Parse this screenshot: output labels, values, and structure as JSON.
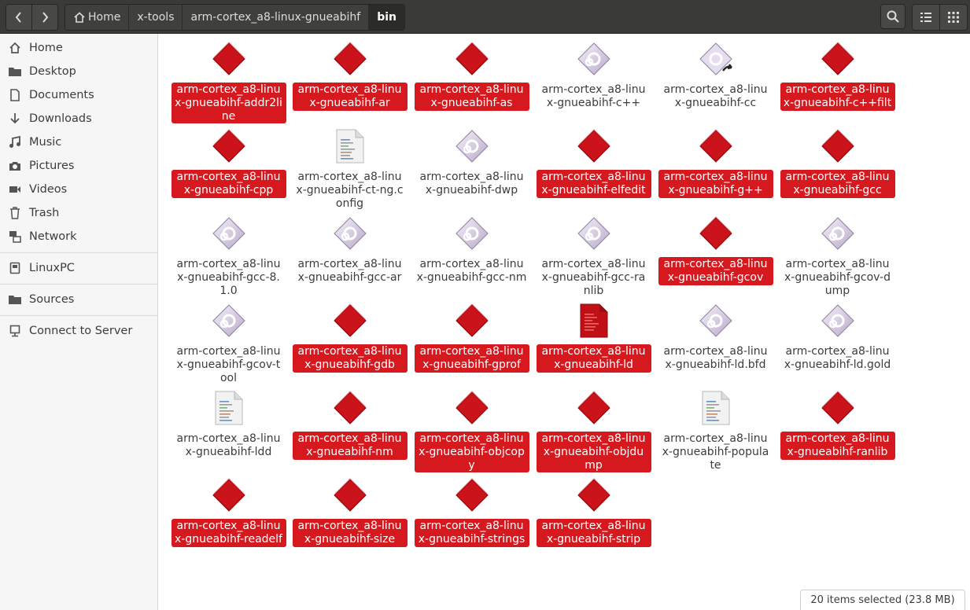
{
  "header": {
    "back_icon": "chevron-left-icon",
    "forward_icon": "chevron-right-icon",
    "breadcrumbs": [
      "Home",
      "x-tools",
      "arm-cortex_a8-linux-gnueabihf",
      "bin"
    ],
    "search_icon": "search-icon",
    "list_view_icon": "list-view-icon",
    "grid_view_icon": "grid-view-icon"
  },
  "sidebar": {
    "items": [
      {
        "label": "Home",
        "icon": "home-icon"
      },
      {
        "label": "Desktop",
        "icon": "folder-icon"
      },
      {
        "label": "Documents",
        "icon": "document-icon"
      },
      {
        "label": "Downloads",
        "icon": "download-icon"
      },
      {
        "label": "Music",
        "icon": "music-icon"
      },
      {
        "label": "Pictures",
        "icon": "camera-icon"
      },
      {
        "label": "Videos",
        "icon": "video-icon"
      },
      {
        "label": "Trash",
        "icon": "trash-icon"
      },
      {
        "label": "Network",
        "icon": "network-icon"
      },
      {
        "label": "LinuxPC",
        "icon": "drive-icon"
      },
      {
        "label": "Sources",
        "icon": "folder-icon"
      },
      {
        "label": "Connect to Server",
        "icon": "server-icon"
      }
    ]
  },
  "files": [
    {
      "name": "arm-cortex_a8-linux-gnueabihf-addr2line",
      "icon": "executable-icon",
      "selected": true
    },
    {
      "name": "arm-cortex_a8-linux-gnueabihf-ar",
      "icon": "executable-icon",
      "selected": true
    },
    {
      "name": "arm-cortex_a8-linux-gnueabihf-as",
      "icon": "executable-icon",
      "selected": true
    },
    {
      "name": "arm-cortex_a8-linux-gnueabihf-c++",
      "icon": "executable-icon",
      "selected": false
    },
    {
      "name": "arm-cortex_a8-linux-gnueabihf-cc",
      "icon": "symlink-executable-icon",
      "selected": false
    },
    {
      "name": "arm-cortex_a8-linux-gnueabihf-c++filt",
      "icon": "executable-icon",
      "selected": true
    },
    {
      "name": "arm-cortex_a8-linux-gnueabihf-cpp",
      "icon": "executable-icon",
      "selected": true
    },
    {
      "name": "arm-cortex_a8-linux-gnueabihf-ct-ng.config",
      "icon": "text-file-icon",
      "selected": false
    },
    {
      "name": "arm-cortex_a8-linux-gnueabihf-dwp",
      "icon": "executable-icon",
      "selected": false
    },
    {
      "name": "arm-cortex_a8-linux-gnueabihf-elfedit",
      "icon": "executable-icon",
      "selected": true
    },
    {
      "name": "arm-cortex_a8-linux-gnueabihf-g++",
      "icon": "executable-icon",
      "selected": true
    },
    {
      "name": "arm-cortex_a8-linux-gnueabihf-gcc",
      "icon": "executable-icon",
      "selected": true
    },
    {
      "name": "arm-cortex_a8-linux-gnueabihf-gcc-8.1.0",
      "icon": "executable-icon",
      "selected": false
    },
    {
      "name": "arm-cortex_a8-linux-gnueabihf-gcc-ar",
      "icon": "executable-icon",
      "selected": false
    },
    {
      "name": "arm-cortex_a8-linux-gnueabihf-gcc-nm",
      "icon": "executable-icon",
      "selected": false
    },
    {
      "name": "arm-cortex_a8-linux-gnueabihf-gcc-ranlib",
      "icon": "executable-icon",
      "selected": false
    },
    {
      "name": "arm-cortex_a8-linux-gnueabihf-gcov",
      "icon": "executable-icon",
      "selected": true
    },
    {
      "name": "arm-cortex_a8-linux-gnueabihf-gcov-dump",
      "icon": "executable-icon",
      "selected": false
    },
    {
      "name": "arm-cortex_a8-linux-gnueabihf-gcov-tool",
      "icon": "executable-icon",
      "selected": false
    },
    {
      "name": "arm-cortex_a8-linux-gnueabihf-gdb",
      "icon": "executable-icon",
      "selected": true
    },
    {
      "name": "arm-cortex_a8-linux-gnueabihf-gprof",
      "icon": "executable-icon",
      "selected": true
    },
    {
      "name": "arm-cortex_a8-linux-gnueabihf-ld",
      "icon": "text-file-icon",
      "selected": true
    },
    {
      "name": "arm-cortex_a8-linux-gnueabihf-ld.bfd",
      "icon": "executable-icon",
      "selected": false
    },
    {
      "name": "arm-cortex_a8-linux-gnueabihf-ld.gold",
      "icon": "executable-icon",
      "selected": false
    },
    {
      "name": "arm-cortex_a8-linux-gnueabihf-ldd",
      "icon": "text-file-icon",
      "selected": false
    },
    {
      "name": "arm-cortex_a8-linux-gnueabihf-nm",
      "icon": "executable-icon",
      "selected": true
    },
    {
      "name": "arm-cortex_a8-linux-gnueabihf-objcopy",
      "icon": "executable-icon",
      "selected": true
    },
    {
      "name": "arm-cortex_a8-linux-gnueabihf-objdump",
      "icon": "executable-icon",
      "selected": true
    },
    {
      "name": "arm-cortex_a8-linux-gnueabihf-populate",
      "icon": "text-file-icon",
      "selected": false
    },
    {
      "name": "arm-cortex_a8-linux-gnueabihf-ranlib",
      "icon": "executable-icon",
      "selected": true
    },
    {
      "name": "arm-cortex_a8-linux-gnueabihf-readelf",
      "icon": "executable-icon",
      "selected": true
    },
    {
      "name": "arm-cortex_a8-linux-gnueabihf-size",
      "icon": "executable-icon",
      "selected": true
    },
    {
      "name": "arm-cortex_a8-linux-gnueabihf-strings",
      "icon": "executable-icon",
      "selected": true
    },
    {
      "name": "arm-cortex_a8-linux-gnueabihf-strip",
      "icon": "executable-icon",
      "selected": true
    }
  ],
  "status": {
    "text": "20 items selected  (23.8 MB)"
  },
  "colors": {
    "selection": "#d6191e",
    "headerbar": "#3a3a38",
    "sidebar": "#f6f6f6"
  }
}
